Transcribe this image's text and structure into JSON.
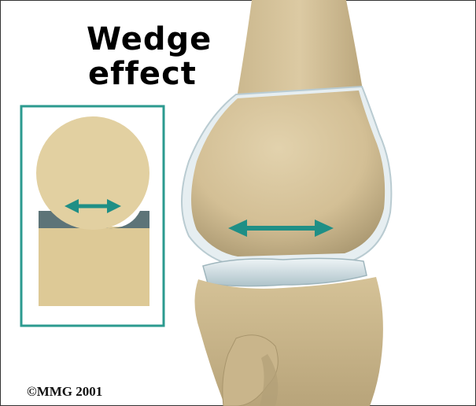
{
  "title": {
    "line1": "Wedge",
    "line2": "effect"
  },
  "copyright": "©MMG 2001",
  "colors": {
    "bone": "#d7c49c",
    "bone_shadow": "#a89670",
    "cartilage": "#e4ecef",
    "meniscus": "#c8d8de",
    "arrow": "#1f8f86",
    "inset_border": "#2b9a8f",
    "wedge": "#5d7478",
    "inset_fill": "#ddc996"
  },
  "icons": {
    "inset_arrow": "double-headed-arrow-icon",
    "femur_arrow": "double-headed-arrow-icon"
  }
}
